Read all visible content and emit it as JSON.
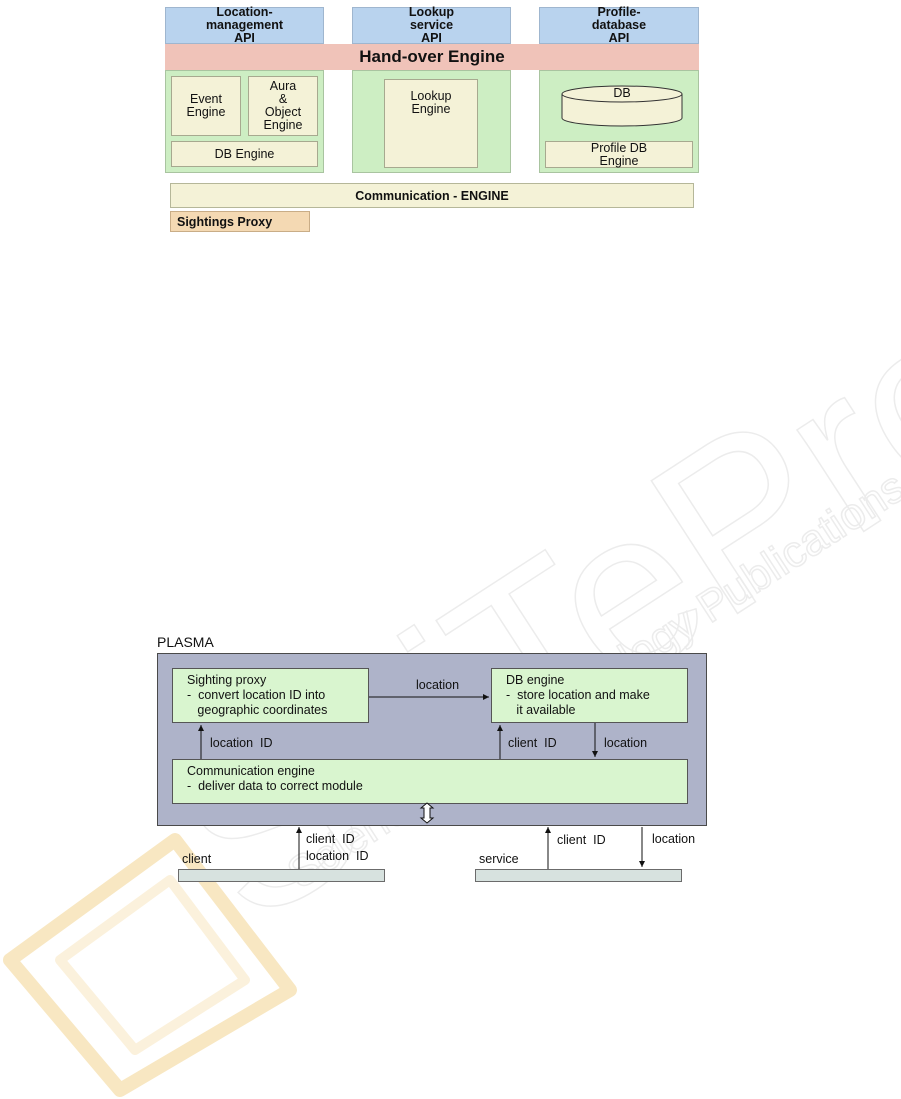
{
  "architecture": {
    "apis": [
      {
        "label": "Location-\nmanagement\nAPI"
      },
      {
        "label": "Lookup\nservice\nAPI"
      },
      {
        "label": "Profile-\ndatabase\nAPI"
      }
    ],
    "handover_label": "Hand-over Engine",
    "left_column": {
      "event_engine": "Event\nEngine",
      "aura_engine": "Aura\n&\nObject\nEngine",
      "db_engine": "DB Engine"
    },
    "middle_column": {
      "lookup_engine": "Lookup\nEngine"
    },
    "right_column": {
      "db_cylinder": "DB",
      "profile_db_engine": "Profile DB\nEngine"
    },
    "communication_engine": "Communication - ENGINE",
    "sightings_proxy": "Sightings Proxy"
  },
  "plasma": {
    "title": "PLASMA",
    "sighting_proxy": {
      "title": "Sighting proxy",
      "line1": "-  convert location ID into",
      "line2": "   geographic coordinates"
    },
    "db_engine": {
      "title": "DB engine",
      "line1": "-  store location and make",
      "line2": "   it available"
    },
    "communication_engine": {
      "title": "Communication engine",
      "line1": "-  deliver data to correct module"
    },
    "labels": {
      "proxy_to_db": "location",
      "comm_to_proxy": "location  ID",
      "comm_to_db": "client  ID",
      "db_to_comm": "location",
      "client_up_1": "client  ID",
      "client_up_2": "location  ID",
      "service_up": "client  ID",
      "service_down": "location"
    },
    "client_label": "client",
    "service_label": "service"
  },
  "colors": {
    "api_blue": "#b9d3ee",
    "handover_pink": "#f0c3b9",
    "column_green": "#cdeec3",
    "module_cream": "#f4f2d7",
    "proxy_peach": "#f4d9b3",
    "plasma_frame": "#aeb3c9",
    "plasma_box": "#d9f5cf"
  }
}
